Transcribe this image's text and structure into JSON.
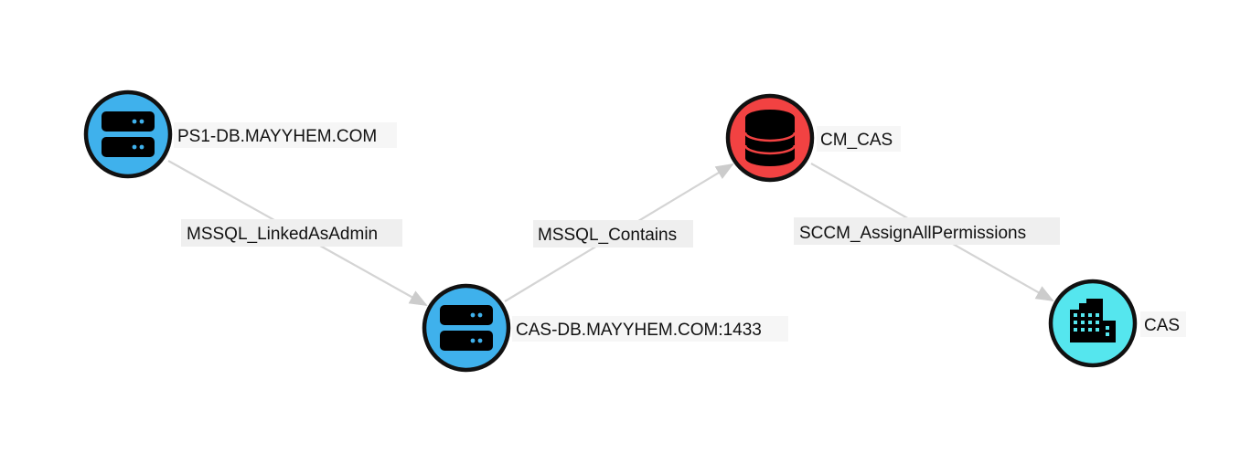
{
  "graph": {
    "colors": {
      "computer": "#3fb1ec",
      "database": "#f24242",
      "site": "#55e6ee",
      "node_border": "#111111",
      "icon": "#000000",
      "edge": "#cccccc"
    },
    "nodes": {
      "ps1_db": {
        "label": "PS1-DB.MAYYHEM.COM",
        "icon": "server-icon"
      },
      "cas_db": {
        "label": "CAS-DB.MAYYHEM.COM:1433",
        "icon": "server-icon"
      },
      "cm_cas": {
        "label": "CM_CAS",
        "icon": "database-icon"
      },
      "cas": {
        "label": "CAS",
        "icon": "building-icon"
      }
    },
    "edges": {
      "linked_as_admin": {
        "label": "MSSQL_LinkedAsAdmin"
      },
      "contains": {
        "label": "MSSQL_Contains"
      },
      "assign_all_permissions": {
        "label": "SCCM_AssignAllPermissions"
      }
    }
  }
}
